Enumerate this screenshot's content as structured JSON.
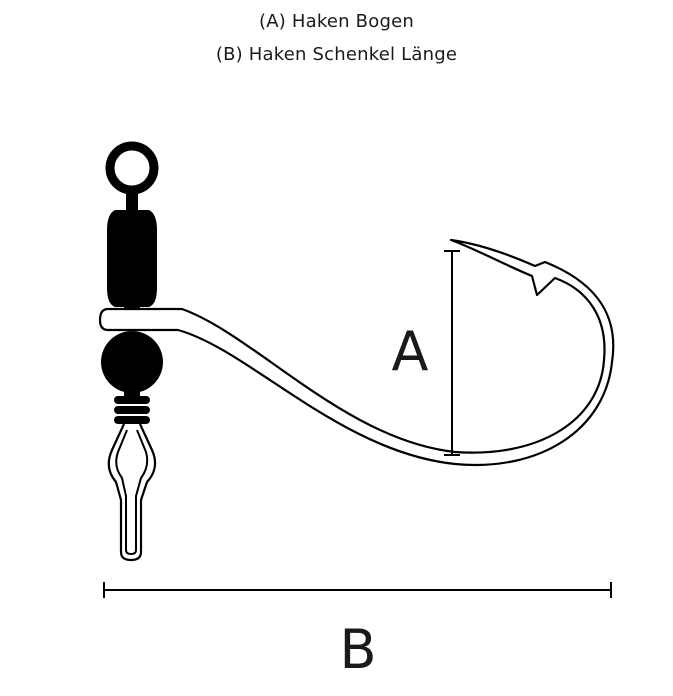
{
  "legend": {
    "a": "(A) Haken Bogen",
    "b": "(B) Haken Schenkel Länge"
  },
  "dimensions": {
    "a_label": "A",
    "b_label": "B"
  },
  "colors": {
    "ink": "#1a1a1a",
    "background": "#ffffff"
  }
}
